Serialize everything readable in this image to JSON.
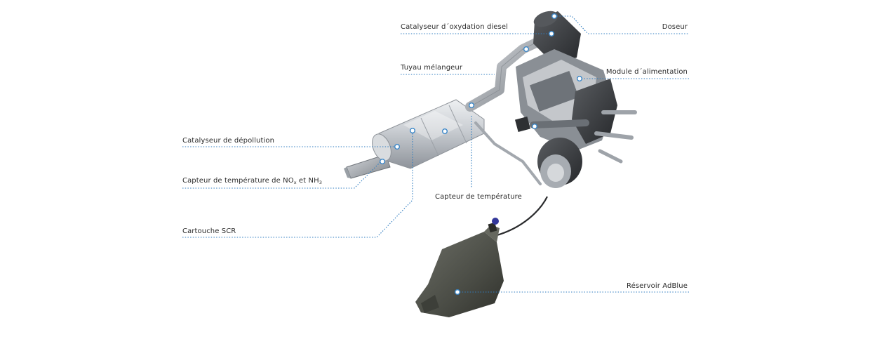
{
  "labels": {
    "oxidation_catalyst": "Catalyseur d´oxydation diesel",
    "doser": "Doseur",
    "mixing_pipe": "Tuyau mélangeur",
    "supply_module": "Module d´alimentation",
    "depollution_catalyst": "Catalyseur de dépollution",
    "nox_sensor_prefix": "Capteur de température de NO",
    "nox_sensor_sub1": "x",
    "nox_sensor_mid": " et NH",
    "nox_sensor_sub2": "3",
    "temperature_sensor": "Capteur de température",
    "scr_cartridge": "Cartouche SCR",
    "adblue_tank": "Réservoir AdBlue"
  },
  "colors": {
    "leader_line": "#2f7cc0",
    "marker": "#3a86c8",
    "text": "#2b2b2b",
    "engine_dark": "#3b3d40",
    "tank": "#56584f"
  }
}
